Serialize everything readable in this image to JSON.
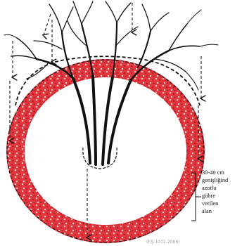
{
  "callout": {
    "lines": [
      "30-40 cm",
      "genişliğind",
      "azotlu",
      "gübre",
      "verilen",
      "alan"
    ]
  },
  "source_note": "(F.Ş.1011-2006)",
  "colors": {
    "fertilizer_band": "#d9232b",
    "branches": "#111111",
    "background": "#ffffff"
  }
}
